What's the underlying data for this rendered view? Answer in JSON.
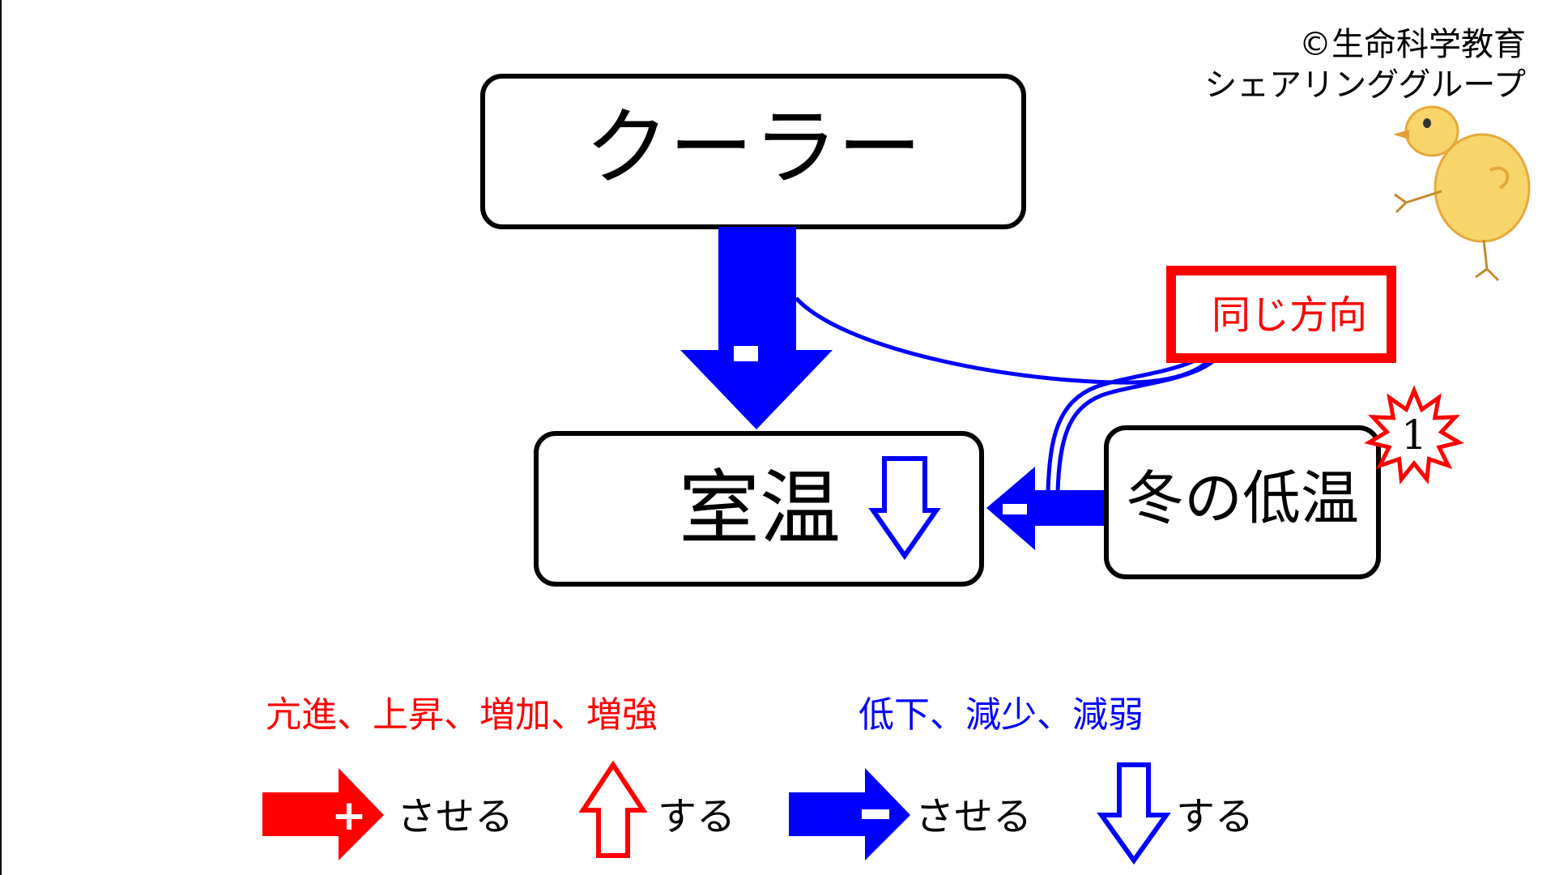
{
  "colors": {
    "increase": "#ff0000",
    "decrease": "#0000ff",
    "box_border": "#000000"
  },
  "diagram": {
    "top_box_label": "クーラー",
    "center_box_label": "室温",
    "right_box_label": "冬の低温",
    "same_direction_label": "同じ方向",
    "burst_label": "1",
    "minus_sign": "−"
  },
  "credit": {
    "line1": "©生命科学教育",
    "line2": "シェアリンググループ"
  },
  "legend": {
    "increase_terms": "亢進、上昇、増加、増強",
    "decrease_terms": "低下、減少、減弱",
    "increase_arrow_text": "させる",
    "up_arrow_text": "する",
    "decrease_arrow_text": "させる",
    "down_arrow_text": "する",
    "plus_sign": "+",
    "minus_sign": "−"
  },
  "icons": [
    "chick-icon",
    "burst-icon",
    "down-outline-arrow-icon",
    "up-outline-arrow-icon"
  ]
}
